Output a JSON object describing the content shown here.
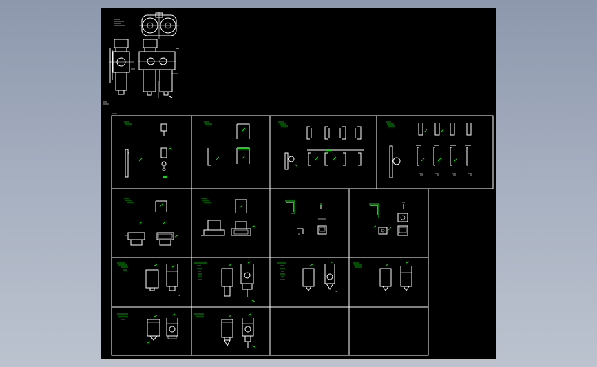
{
  "app": {
    "viewport_name": "cad-model-space",
    "background": "#000000",
    "desktop_gradient": [
      "#8d98ad",
      "#bcc3cf"
    ]
  },
  "colors": {
    "line": "#ffffff",
    "annotation": "#00e000"
  },
  "sheets": [
    {
      "id": "s1",
      "content": "bracket-and-valve-detail"
    },
    {
      "id": "s2",
      "content": "angle-bracket-detail"
    },
    {
      "id": "s3",
      "content": "clamp-set-row"
    },
    {
      "id": "s4",
      "content": "clamp-set-with-fasteners"
    },
    {
      "id": "s5",
      "content": "regulator-cap-assembly"
    },
    {
      "id": "s6",
      "content": "regulator-base-assembly"
    },
    {
      "id": "s7",
      "content": "l-bracket-and-gauge"
    },
    {
      "id": "s8",
      "content": "l-bracket-and-gauge-variant"
    },
    {
      "id": "s9",
      "content": "filter-bowl-pair"
    },
    {
      "id": "s10",
      "content": "filter-bowl-pair-with-drain"
    },
    {
      "id": "s11",
      "content": "filter-bowl-pair-variant"
    },
    {
      "id": "s12",
      "content": "filter-bowl-pair-simple"
    },
    {
      "id": "s13",
      "content": "filter-regulator-unit"
    },
    {
      "id": "s14",
      "content": "filter-regulator-unit-with-drain"
    },
    {
      "id": "s15",
      "content": "empty"
    },
    {
      "id": "s16",
      "content": "empty"
    }
  ]
}
